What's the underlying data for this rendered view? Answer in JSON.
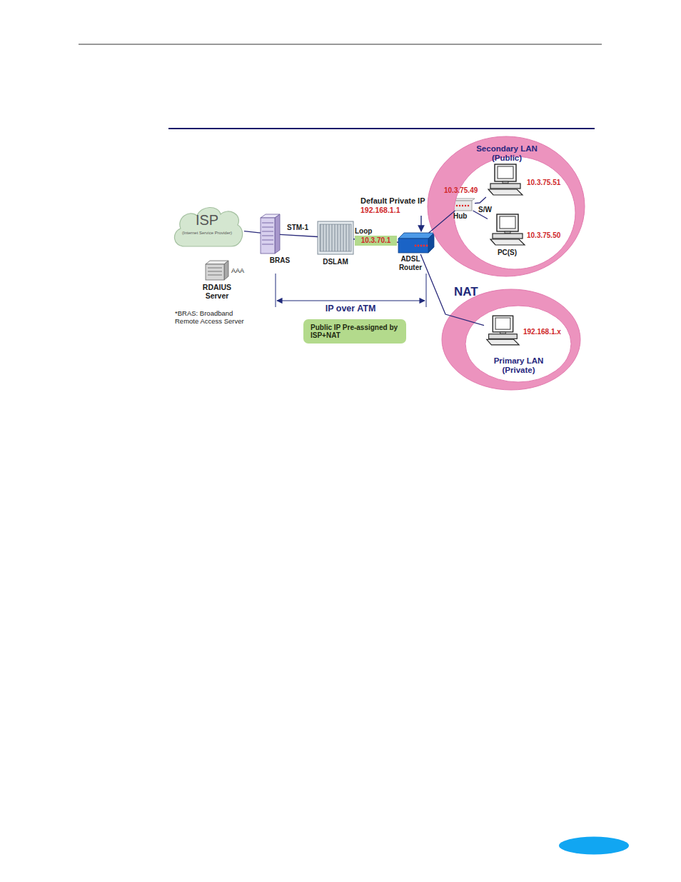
{
  "diagram": {
    "nodes": [
      {
        "text": [
          "ISP",
          "(Internet Service Provider)"
        ]
      },
      {
        "text": [
          "AAA",
          "RDAIUS Server"
        ]
      },
      {
        "text": [
          "BRAS"
        ]
      },
      {
        "text": [
          "DSLAM"
        ]
      },
      {
        "text": [
          "ADSL Router"
        ]
      },
      {
        "text": [
          "Secondary LAN (Public)"
        ]
      },
      {
        "text": [
          "10.3.75.49",
          "Hub",
          "S/W"
        ],
        "in": 5
      },
      {
        "text": [
          "10.3.75.51"
        ],
        "in": 5
      },
      {
        "text": [
          "10.3.75.50",
          "PC(S)"
        ],
        "in": 5
      },
      {
        "text": [
          "Primary LAN (Private)"
        ]
      },
      {
        "text": [
          "192.168.1.x"
        ],
        "in": 9
      },
      {
        "text": [
          "Public IP Pre-assigned by ISP+NAT"
        ]
      }
    ],
    "edges": [
      {
        "from": 0,
        "to": 2,
        "arrow": "none"
      },
      {
        "from": 2,
        "to": 3,
        "arrow": "none"
      },
      {
        "from": 3,
        "to": 4,
        "label": "10.3.70.1",
        "arrow": "none"
      },
      {
        "from": 4,
        "to": 6,
        "arrow": "none"
      },
      {
        "from": 6,
        "to": 7,
        "arrow": "none"
      },
      {
        "from": 6,
        "to": 8,
        "arrow": "none"
      },
      {
        "from": 4,
        "to": 10,
        "arrow": "none"
      }
    ],
    "labels": [
      "Default Private IP",
      "192.168.1.1",
      "STM-1",
      "Loop",
      "NAT",
      "IP over ATM",
      "*BRAS: Broadband Remote Access Server"
    ]
  }
}
